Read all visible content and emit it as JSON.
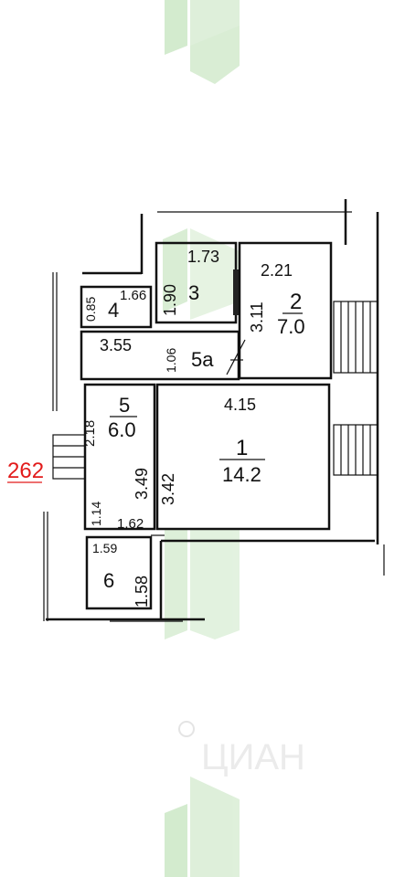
{
  "colors": {
    "wall": "#111111",
    "room3_fill": "#e6f4e4",
    "watermark_green": "#cfe9c9",
    "watermark_gray": "#e4e4e4",
    "marker_red": "#e21b1b"
  },
  "marker": {
    "label": "262"
  },
  "watermark": {
    "brand": "ЦИАН"
  },
  "rooms": [
    {
      "id": "1",
      "number": "1",
      "area": "14.2"
    },
    {
      "id": "2",
      "number": "2",
      "area": "7.0"
    },
    {
      "id": "3",
      "number": "3",
      "area": ""
    },
    {
      "id": "4",
      "number": "4",
      "area": ""
    },
    {
      "id": "5",
      "number": "5",
      "area": "6.0"
    },
    {
      "id": "5a",
      "number": "5а",
      "area": ""
    },
    {
      "id": "6",
      "number": "6",
      "area": ""
    }
  ],
  "dimensions": {
    "d_1_73": "1.73",
    "d_1_90": "1.90",
    "d_2_21": "2.21",
    "d_3_11": "3.11",
    "d_0_85": "0.85",
    "d_1_66": "1.66",
    "d_3_55": "3.55",
    "d_1_06": "1.06",
    "d_4_15": "4.15",
    "d_2_18": "2.18",
    "d_3_49": "3.49",
    "d_3_42": "3.42",
    "d_1_14": "1.14",
    "d_1_62": "1.62",
    "d_1_59": "1.59",
    "d_1_58": "1.58"
  }
}
